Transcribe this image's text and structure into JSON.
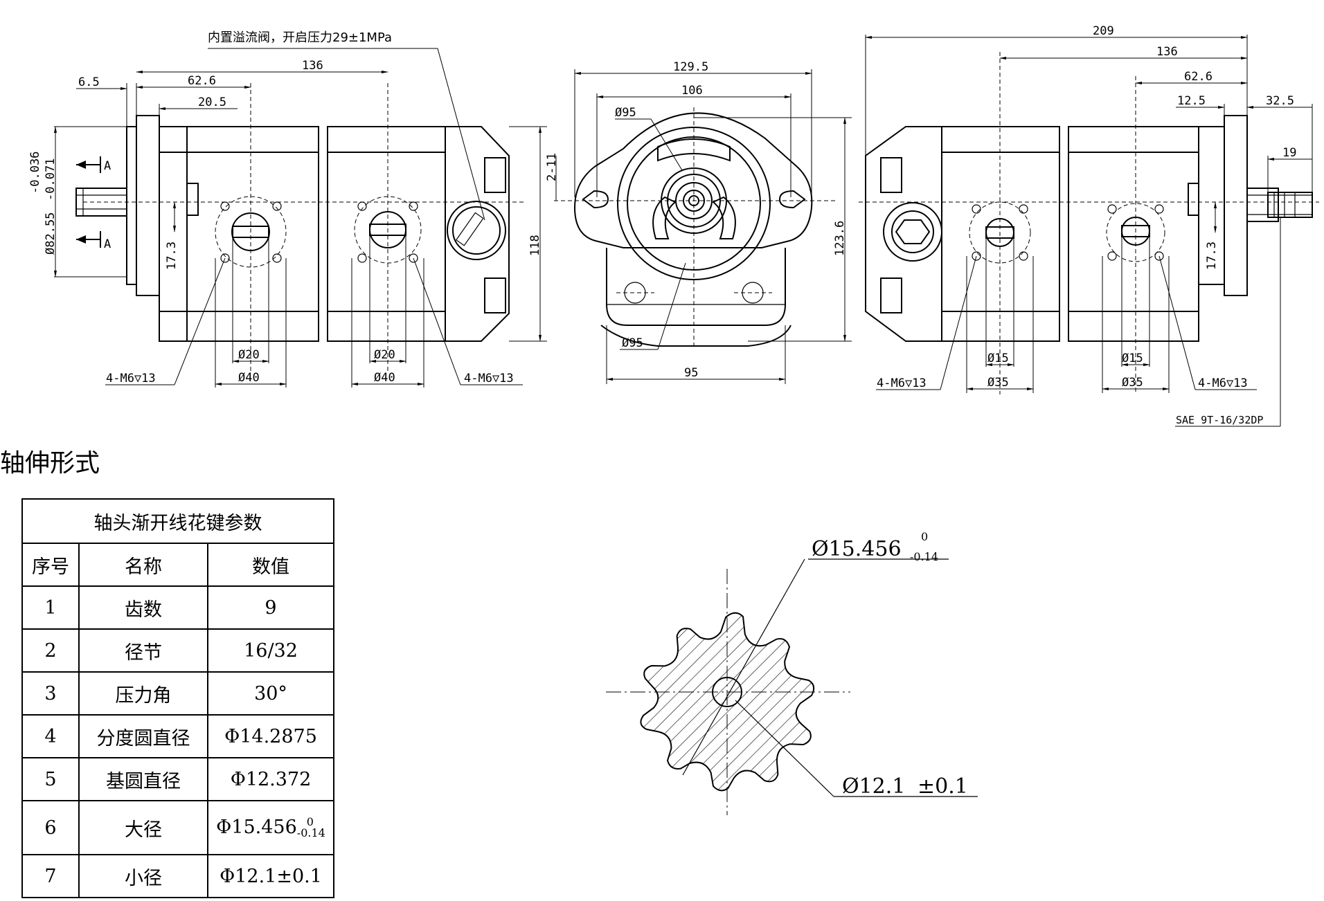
{
  "drawing": {
    "left_view": {
      "relief_valve_note": "内置溢流阀，开启压力29±1MPa",
      "dim_136": "136",
      "dim_62_6": "62.6",
      "dim_20_5": "20.5",
      "dim_6_5": "6.5",
      "dim_tol_1": "-0.036",
      "dim_tol_2": "-0.071",
      "dim_shaft_dia": "Ø82.55",
      "section_mark_a_top": "A",
      "section_mark_a_bottom": "A",
      "dim_17_3": "17.3",
      "dim_118": "118",
      "dim_2_11": "2-11",
      "dim_phi20_a": "Ø20",
      "dim_phi40_a": "Ø40",
      "dim_phi20_b": "Ø20",
      "dim_phi40_b": "Ø40",
      "thread_note_a": "4-M6▽13",
      "thread_note_b": "4-M6▽13"
    },
    "front_view": {
      "dim_129_5": "129.5",
      "dim_106": "106",
      "dim_phi95_top": "Ø95",
      "dim_phi95_bottom": "Ø95",
      "dim_123_6": "123.6",
      "dim_95": "95"
    },
    "right_view": {
      "dim_209": "209",
      "dim_136": "136",
      "dim_62_6": "62.6",
      "dim_12_5": "12.5",
      "dim_32_5": "32.5",
      "dim_19": "19",
      "dim_17_3": "17.3",
      "dim_phi15_a": "Ø15",
      "dim_phi35_a": "Ø35",
      "dim_phi15_b": "Ø15",
      "dim_phi35_b": "Ø35",
      "thread_note_a": "4-M6▽13",
      "thread_note_b": "4-M6▽13",
      "spline_note": "SAE 9T-16/32DP"
    },
    "spline_section": {
      "major_dia": "Ø15.456",
      "major_tol_upper": "0",
      "major_tol_lower": "-0.14",
      "minor_dia": "Ø12.1",
      "minor_tol": "±0.1"
    }
  },
  "section_title": "轴伸形式",
  "table": {
    "caption": "轴头渐开线花键参数",
    "headers": [
      "序号",
      "名称",
      "数值"
    ],
    "rows": [
      {
        "no": "1",
        "name": "齿数",
        "value": "9"
      },
      {
        "no": "2",
        "name": "径节",
        "value": "16/32"
      },
      {
        "no": "3",
        "name": "压力角",
        "value": "30°"
      },
      {
        "no": "4",
        "name": "分度圆直径",
        "value": "Φ14.2875"
      },
      {
        "no": "5",
        "name": "基圆直径",
        "value": "Φ12.372"
      },
      {
        "no": "6",
        "name": "大径",
        "value": "Φ15.456",
        "tol_upper": "0",
        "tol_lower": "-0.14"
      },
      {
        "no": "7",
        "name": "小径",
        "value": "Φ12.1±0.1"
      }
    ]
  }
}
